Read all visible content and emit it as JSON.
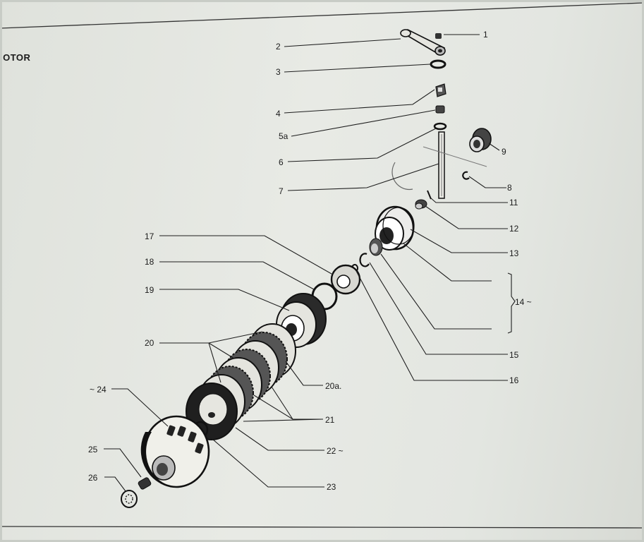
{
  "header": {
    "title": "IOTOR"
  },
  "labels": {
    "p1": "1",
    "p2": "2",
    "p3": "3",
    "p4": "4",
    "p5a": "5a",
    "p6": "6",
    "p7": "7",
    "p8": "8",
    "p9": "9",
    "p11": "11",
    "p12": "12",
    "p13": "13",
    "p14": "14 ~",
    "p15": "15",
    "p16": "16",
    "p17": "17",
    "p18": "18",
    "p19": "19",
    "p20": "20",
    "p20a": "20a.",
    "p21": "21",
    "p22": "22 ~",
    "p23": "23",
    "p24": "~ 24",
    "p25": "25",
    "p26": "26"
  }
}
